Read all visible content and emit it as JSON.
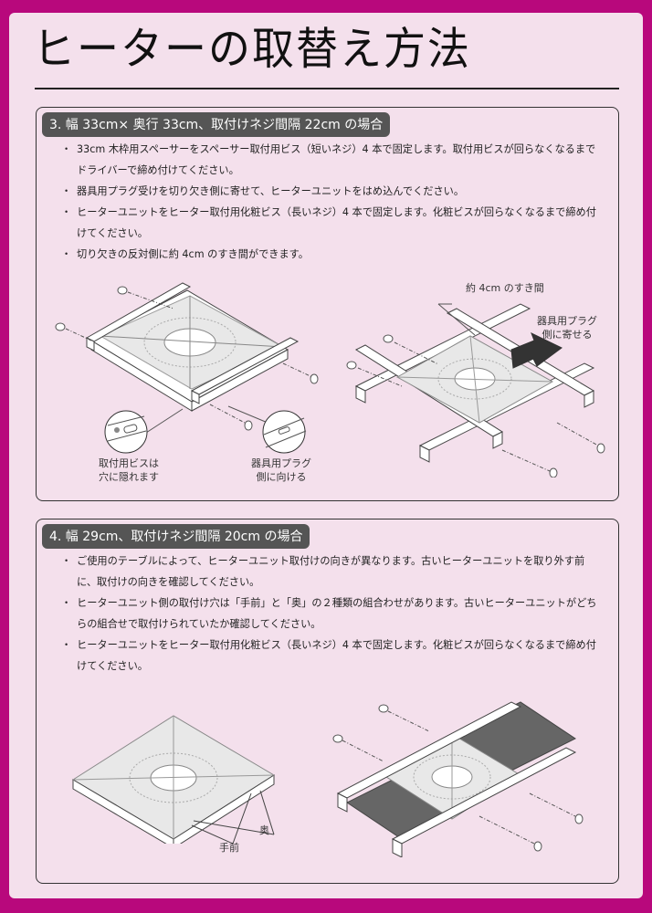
{
  "page": {
    "title": "ヒーターの取替え方法",
    "frame_color": "#b8087c",
    "panel_color": "#f4e0ec",
    "heading_bg": "#555555"
  },
  "sections": [
    {
      "heading": "3. 幅 33cm× 奥行 33cm、取付けネジ間隔 22cm の場合",
      "bullets": [
        "33cm 木枠用スペーサーをスペーサー取付用ビス（短いネジ）4 本で固定します。取付用ビスが回らなくなるまでドライバーで締め付けてください。",
        "器具用プラグ受けを切り欠き側に寄せて、ヒーターユニットをはめ込んでください。",
        "ヒーターユニットをヒーター取付用化粧ビス（長いネジ）4 本で固定します。化粧ビスが回らなくなるまで締め付けてください。",
        "切り欠きの反対側に約 4cm のすき間ができます。"
      ],
      "figure_left": {
        "callout_screw_line1": "取付用ビスは",
        "callout_screw_line2": "穴に隠れます",
        "callout_plug_line1": "器具用プラグ",
        "callout_plug_line2": "側に向ける"
      },
      "figure_right": {
        "gap_label": "約 4cm のすき間",
        "plug_line1": "器具用プラグ",
        "plug_line2": "側に寄せる"
      }
    },
    {
      "heading": "4. 幅 29cm、取付けネジ間隔 20cm の場合",
      "bullets": [
        "ご使用のテーブルによって、ヒーターユニット取付けの向きが異なります。古いヒーターユニットを取り外す前に、取付けの向きを確認してください。",
        "ヒーターユニット側の取付け穴は「手前」と「奥」の２種類の組合わせがあります。古いヒーターユニットがどちらの組合せで取付けられていたか確認してください。",
        "ヒーターユニットをヒーター取付用化粧ビス（長いネジ）4 本で固定します。化粧ビスが回らなくなるまで締め付けてください。"
      ],
      "figure_left": {
        "front_label": "手前",
        "back_label": "奥"
      }
    }
  ]
}
